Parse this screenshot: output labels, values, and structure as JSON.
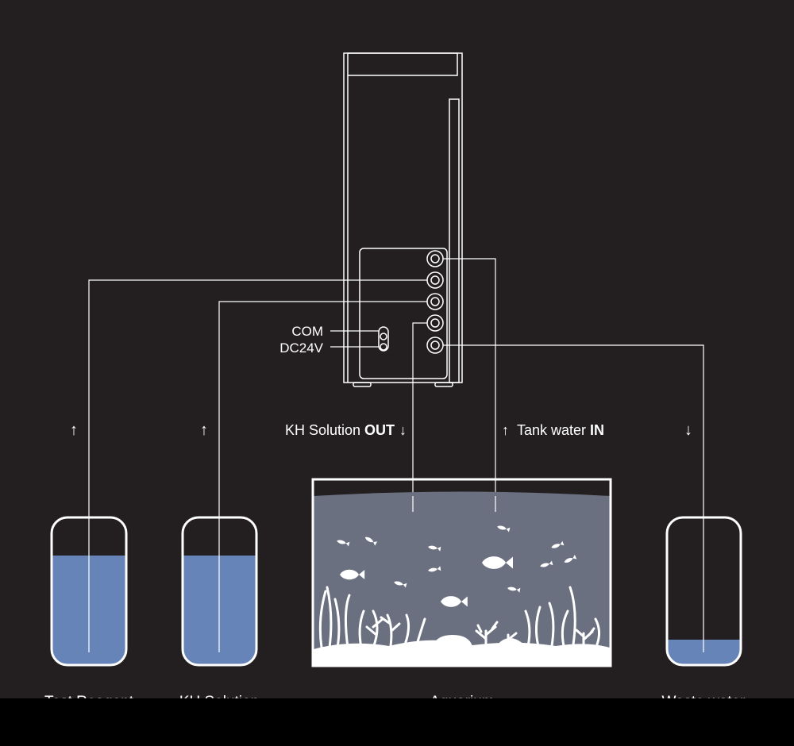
{
  "colors": {
    "background": "#231f20",
    "line": "#ffffff",
    "liquid": "#6684b8",
    "aquarium_water": "#6b7080",
    "bottom_band": "#000000"
  },
  "controller": {
    "com_label": "COM",
    "dc_label": "DC24V"
  },
  "flows": {
    "kh_out_prefix": "KH Solution ",
    "kh_out_bold": "OUT",
    "kh_out_arrow": "↓",
    "tank_in_arrow": "↑",
    "tank_in_prefix": "Tank water ",
    "tank_in_bold": "IN",
    "reagent_arrow": "↑",
    "kh_solution_arrow": "↑",
    "waste_arrow": "↓"
  },
  "containers": {
    "test_reagent": "Test Reagent",
    "kh_solution": "KH Solution",
    "aquarium": "Aquarium",
    "waste_water": "Waste water"
  },
  "icons": [
    "fish-icon",
    "coral-icon",
    "connector-port-icon"
  ]
}
